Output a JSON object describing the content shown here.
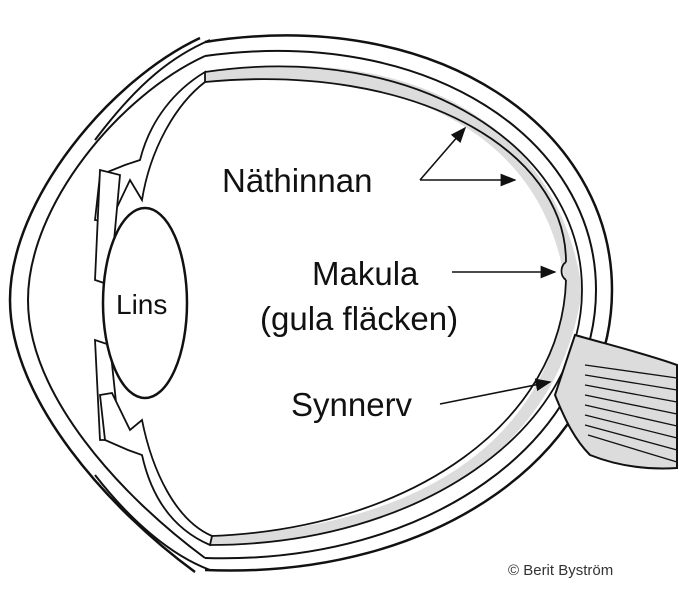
{
  "labels": {
    "retina": "Näthinnan",
    "macula": "Makula",
    "macula_sub": "(gula fläcken)",
    "optic_nerve": "Synnerv",
    "lens": "Lins"
  },
  "credit": "© Berit Byström",
  "colors": {
    "line": "#111111",
    "retina_fill": "#dcdcdc",
    "background": "#ffffff"
  }
}
